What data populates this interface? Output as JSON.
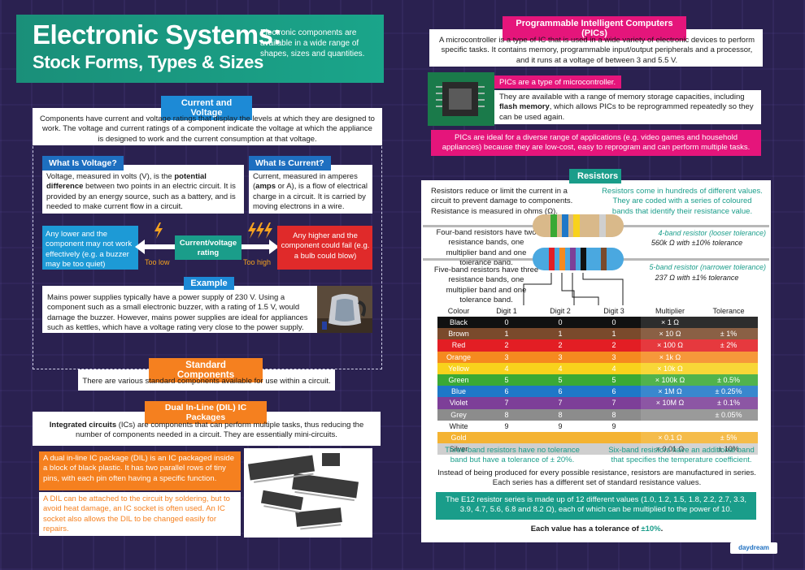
{
  "title": {
    "main": "Electronic Systems:",
    "sub": "Stock Forms, Types & Sizes",
    "desc": "Electronic components are available in a wide range of shapes, sizes and quantities."
  },
  "current_voltage": {
    "tag": "Current and Voltage",
    "intro": "Components have current and voltage ratings that display the levels at which they are designed to work. The voltage and current ratings of a component indicate the voltage at which the appliance is designed to work and the current consumption at that voltage.",
    "voltage_head": "What Is Voltage?",
    "voltage_text_1": "Voltage, measured in volts (V), is the ",
    "voltage_text_bold": "potential difference",
    "voltage_text_2": " between two points in an electric circuit. It is provided by an energy source, such as a battery, and is needed to make current flow in a circuit.",
    "current_head": "What Is Current?",
    "current_text_1": "Current, measured in amperes (",
    "current_text_bold": "amps",
    "current_text_2": " or A), is a flow of electrical charge in a circuit. It is carried by moving electrons in a wire.",
    "low_text": "Any lower and the component may not work effectively (e.g. a buzzer may be too quiet)",
    "too_low": "Too low",
    "rating": "Current/voltage rating",
    "too_high": "Too high",
    "high_text": "Any higher and the component could fail (e.g. a bulb could blow)",
    "example_tag": "Example",
    "example_text": "Mains power supplies typically have a power supply of 230 V. Using a component such as a small electronic buzzer, with a rating of 1.5 V, would damage the buzzer. However, mains power supplies are ideal for appliances such as kettles, which have a voltage rating very close to the power supply."
  },
  "standard": {
    "tag": "Standard Components",
    "text": "There are various standard components available for use within a circuit."
  },
  "dil": {
    "tag": "Dual In-Line (DIL) IC Packages",
    "intro_bold": "Integrated circuits",
    "intro": " (ICs) are components that can perform multiple tasks, thus reducing the number of components needed in a circuit. They are essentially mini-circuits.",
    "box1": "A dual in-line IC package (DIL) is an IC packaged inside a block of black plastic. It has two parallel rows of tiny pins, with each pin often having a specific function.",
    "box2": "A DIL can be attached to the circuit by soldering, but to avoid heat damage, an IC socket is often used. An IC socket also allows the DIL to be changed easily for repairs."
  },
  "pics": {
    "tag": "Programmable Intelligent Computers (PICs)",
    "intro": "A microcontroller is a type of IC that is used in a wide variety of electronic devices to perform specific tasks. It contains memory, programmable input/output peripherals and a processor, and it runs at a voltage of between 3 and 5.5 V.",
    "pink1": "PICs are a type of microcontroller.",
    "mem_1": "They are available with a range of memory storage capacities, including ",
    "mem_bold": "flash memory",
    "mem_2": ", which allows PICs to be reprogrammed repeatedly so they can be used again.",
    "pink2": "PICs are ideal for a diverse range of applications (e.g. video games and household appliances) because they are low-cost, easy to reprogram and can perform multiple tasks."
  },
  "resistors": {
    "tag": "Resistors",
    "intro": "Resistors reduce or limit the current in a circuit to prevent damage to components. Resistance is measured in ohms (Ω).",
    "hundreds": "Resistors come in hundreds of different values. They are coded with a series of coloured bands that identify their resistance value.",
    "four_band": "Four-band resistors have two resistance bands, one multiplier band and one tolerance band.",
    "five_band": "Five-band resistors have three resistance bands, one multiplier band and one tolerance band.",
    "r4_label": "4-band resistor (looser tolerance)",
    "r4_value": "560k Ω with ±10% tolerance",
    "r5_label": "5-band resistor (narrower tolerance)",
    "r5_value": "237 Ω with ±1% tolerance",
    "table_headers": [
      "Colour",
      "Digit 1",
      "Digit 2",
      "Digit 3",
      "Multiplier",
      "Tolerance"
    ],
    "table_rows": [
      {
        "name": "Black",
        "bg": "#111111",
        "fg": "#ffffff",
        "d1": "0",
        "d2": "0",
        "d3": "0",
        "mult": "× 1 Ω",
        "tol": ""
      },
      {
        "name": "Brown",
        "bg": "#7a4a2c",
        "fg": "#ffffff",
        "d1": "1",
        "d2": "1",
        "d3": "1",
        "mult": "× 10 Ω",
        "tol": "± 1%"
      },
      {
        "name": "Red",
        "bg": "#e31e24",
        "fg": "#ffffff",
        "d1": "2",
        "d2": "2",
        "d3": "2",
        "mult": "× 100 Ω",
        "tol": "± 2%"
      },
      {
        "name": "Orange",
        "bg": "#f58a1f",
        "fg": "#ffffff",
        "d1": "3",
        "d2": "3",
        "d3": "3",
        "mult": "× 1k Ω",
        "tol": ""
      },
      {
        "name": "Yellow",
        "bg": "#f8d21c",
        "fg": "#ffffff",
        "d1": "4",
        "d2": "4",
        "d3": "4",
        "mult": "× 10k Ω",
        "tol": ""
      },
      {
        "name": "Green",
        "bg": "#3aa935",
        "fg": "#ffffff",
        "d1": "5",
        "d2": "5",
        "d3": "5",
        "mult": "× 100k Ω",
        "tol": "± 0.5%"
      },
      {
        "name": "Blue",
        "bg": "#1e78c8",
        "fg": "#ffffff",
        "d1": "6",
        "d2": "6",
        "d3": "6",
        "mult": "× 1M Ω",
        "tol": "± 0.25%"
      },
      {
        "name": "Violet",
        "bg": "#7d3f98",
        "fg": "#ffffff",
        "d1": "7",
        "d2": "7",
        "d3": "7",
        "mult": "× 10M Ω",
        "tol": "± 0.1%"
      },
      {
        "name": "Grey",
        "bg": "#8c8c8c",
        "fg": "#ffffff",
        "d1": "8",
        "d2": "8",
        "d3": "8",
        "mult": "",
        "tol": "± 0.05%"
      },
      {
        "name": "White",
        "bg": "#ffffff",
        "fg": "#1a1a1a",
        "d1": "9",
        "d2": "9",
        "d3": "9",
        "mult": "",
        "tol": ""
      },
      {
        "name": "Gold",
        "bg": "#f4b332",
        "fg": "#ffffff",
        "d1": "",
        "d2": "",
        "d3": "",
        "mult": "× 0.1 Ω",
        "tol": "± 5%"
      },
      {
        "name": "Silver",
        "bg": "#cfcfcf",
        "fg": "#333333",
        "d1": "",
        "d2": "",
        "d3": "",
        "mult": "× 0.01 Ω",
        "tol": "± 10%"
      }
    ],
    "three_band": "Three-band resistors have no tolerance band but have a tolerance of ± 20%.",
    "six_band": "Six-band resistors have an additional band that specifies the temperature coefficient.",
    "instead": "Instead of being produced for every possible resistance, resistors are manufactured in series. Each series has a different set of standard resistance values.",
    "e12": "The E12 resistor series is made up of 12 different values (1.0, 1.2, 1.5, 1.8, 2.2, 2.7, 3.3, 3.9, 4.7, 5.6, 6.8 and 8.2 Ω), each of which can be multiplied to the power of 10.",
    "tolerance_1": "Each value has a tolerance of ",
    "tolerance_bold": "±10%",
    "tolerance_2": "."
  },
  "brand": "daydream",
  "colors": {
    "background": "#2a2150",
    "teal": "#1a9d8a",
    "blue": "#1d8ad6",
    "orange": "#f5801f",
    "pink": "#e5157b",
    "red": "#e02a2a"
  },
  "icons": [
    "lightning-icon",
    "double-lightning-icon",
    "left-arrow-icon",
    "right-arrow-icon"
  ]
}
